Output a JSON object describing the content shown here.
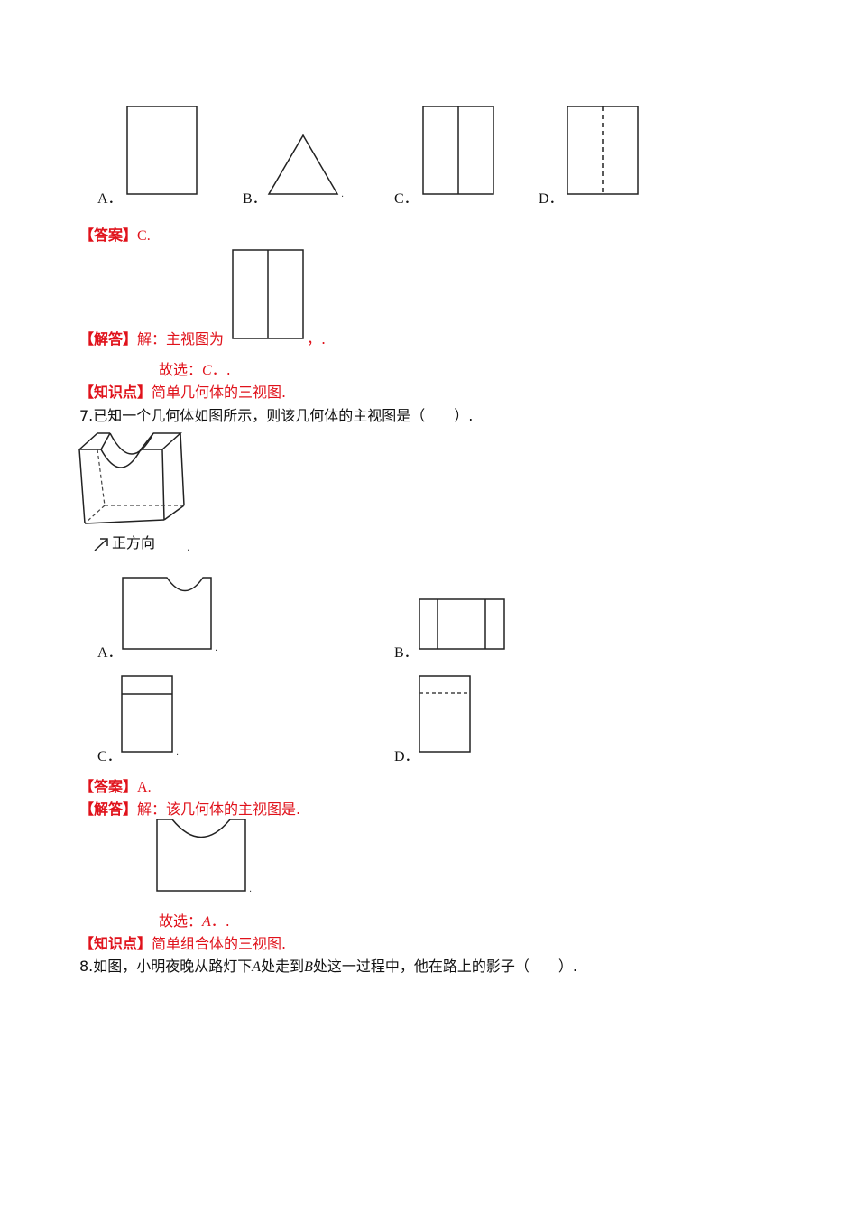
{
  "q6": {
    "options": [
      "A．",
      "B．",
      "C．",
      "D．"
    ],
    "answer_tag": "【答案】",
    "answer_value": "C.",
    "solution_tag": "【解答】",
    "solution_text": "解：主视图为",
    "solution_end": "，.",
    "conclusion": "故选：",
    "conclusion_value": "C",
    "conclusion_end": "．.",
    "knowledge_tag": "【知识点】",
    "knowledge_text": "简单几何体的三视图."
  },
  "q7": {
    "question": "7.已知一个几何体如图所示，则该几何体的主视图是（　　）.",
    "direction_label": "正方向",
    "options": [
      "A．",
      "B．",
      "C．",
      "D．"
    ],
    "answer_tag": "【答案】",
    "answer_value": "A.",
    "solution_tag": "【解答】",
    "solution_text": "解：该几何体的主视图是.",
    "conclusion": "故选：",
    "conclusion_value": "A",
    "conclusion_end": "．.",
    "knowledge_tag": "【知识点】",
    "knowledge_text": "简单组合体的三视图."
  },
  "q8": {
    "prefix": "8.如图，小明夜晚从路灯下",
    "point_a": "A",
    "middle1": "处走到",
    "point_b": "B",
    "suffix": "处这一过程中，他在路上的影子（　　）."
  }
}
